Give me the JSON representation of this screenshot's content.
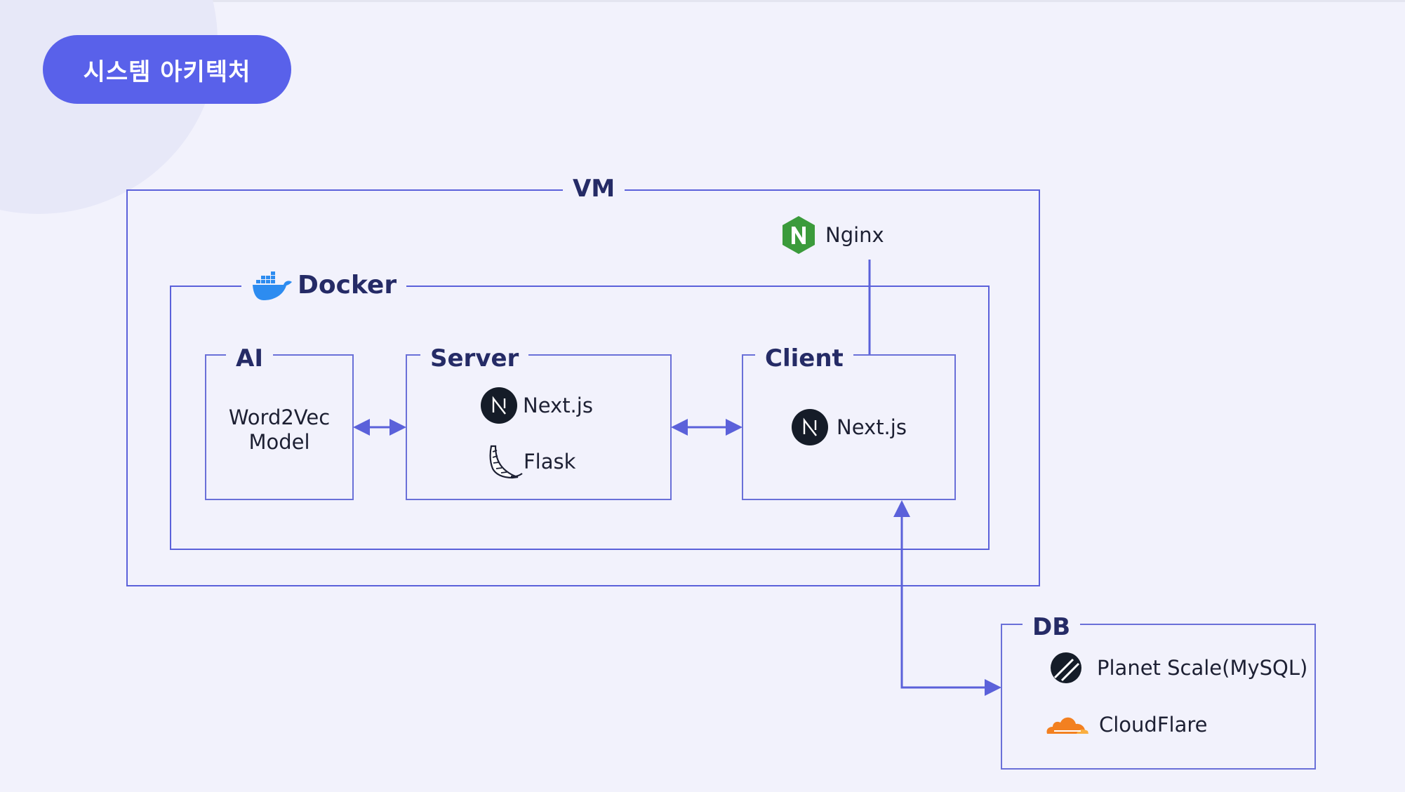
{
  "title": "시스템 아키텍처",
  "vm": {
    "label": "VM"
  },
  "nginx": {
    "label": "Nginx",
    "icon": "nginx-logo"
  },
  "docker": {
    "label": "Docker",
    "icon": "docker-whale"
  },
  "ai": {
    "label": "AI",
    "line1": "Word2Vec",
    "line2": "Model"
  },
  "server": {
    "label": "Server",
    "items": [
      {
        "text": "Next.js",
        "icon": "nextjs-logo"
      },
      {
        "text": "Flask",
        "icon": "flask-horn"
      }
    ]
  },
  "client": {
    "label": "Client",
    "items": [
      {
        "text": "Next.js",
        "icon": "nextjs-logo"
      }
    ]
  },
  "db": {
    "label": "DB",
    "items": [
      {
        "text": "Planet Scale(MySQL)",
        "icon": "planetscale-logo"
      },
      {
        "text": "CloudFlare",
        "icon": "cloudflare-cloud"
      }
    ]
  },
  "colors": {
    "accent": "#5961ea",
    "line": "#5b61da",
    "label": "#252b66",
    "background": "#f2f2fc",
    "nginx_green": "#3b9b3b",
    "docker_blue": "#2d8cf0",
    "cloudflare_orange": "#f38020"
  }
}
